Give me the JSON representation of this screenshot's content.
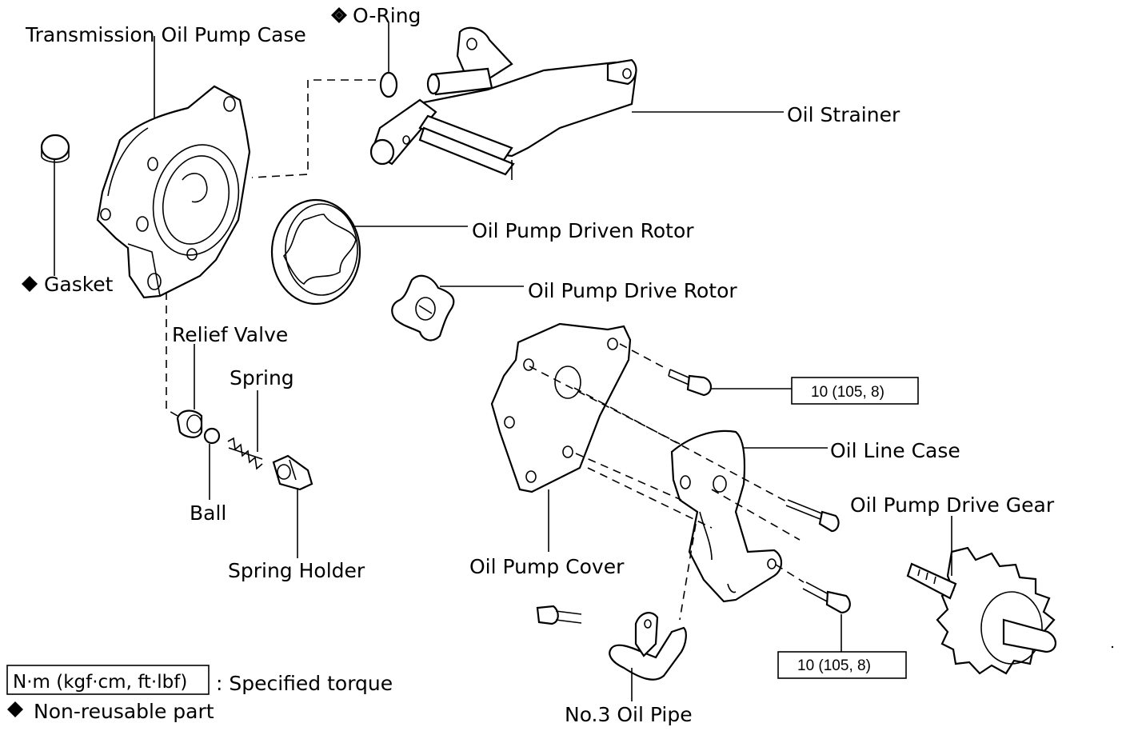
{
  "labels": {
    "case": "Transmission Oil Pump Case",
    "oring": "O-Ring",
    "strainer": "Oil Strainer",
    "driven_rotor": "Oil Pump Driven Rotor",
    "drive_rotor": "Oil Pump Drive Rotor",
    "gasket": "Gasket",
    "relief_valve": "Relief Valve",
    "spring": "Spring",
    "ball": "Ball",
    "spring_holder": "Spring Holder",
    "pump_cover": "Oil Pump Cover",
    "line_case": "Oil Line Case",
    "drive_gear": "Oil Pump Drive Gear",
    "oil_pipe": "No.3 Oil Pipe"
  },
  "torque_values": {
    "upper": "10 (105, 8)",
    "lower": "10 (105, 8)"
  },
  "legend": {
    "torque_unit": "N·m (kgf·cm, ft·lbf)",
    "torque_desc": ": Specified torque",
    "nonreusable_desc": "Non-reusable part"
  }
}
